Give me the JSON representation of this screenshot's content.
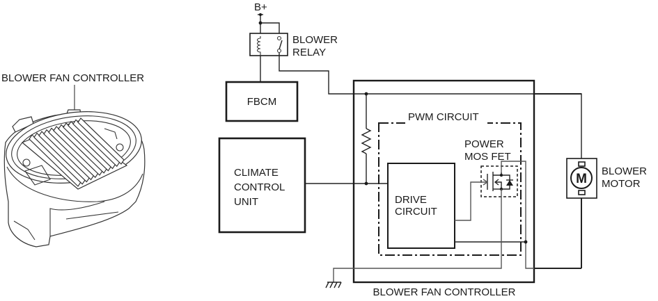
{
  "illustration": {
    "label": "BLOWER FAN CONTROLLER"
  },
  "schematic": {
    "supply": {
      "label": "B+"
    },
    "relay": {
      "line1": "BLOWER",
      "line2": "RELAY"
    },
    "fbcm": {
      "label": "FBCM"
    },
    "climate_control_unit": {
      "line1": "CLIMATE",
      "line2": "CONTROL",
      "line3": "UNIT"
    },
    "pwm_circuit": {
      "label": "PWM CIRCUIT"
    },
    "power_mosfet": {
      "line1": "POWER",
      "line2": "MOS FET"
    },
    "drive_circuit": {
      "line1": "DRIVE",
      "line2": "CIRCUIT"
    },
    "blower_motor": {
      "symbol": "M",
      "line1": "BLOWER",
      "line2": "MOTOR"
    },
    "controller_box": {
      "label": "BLOWER FAN CONTROLLER"
    }
  }
}
